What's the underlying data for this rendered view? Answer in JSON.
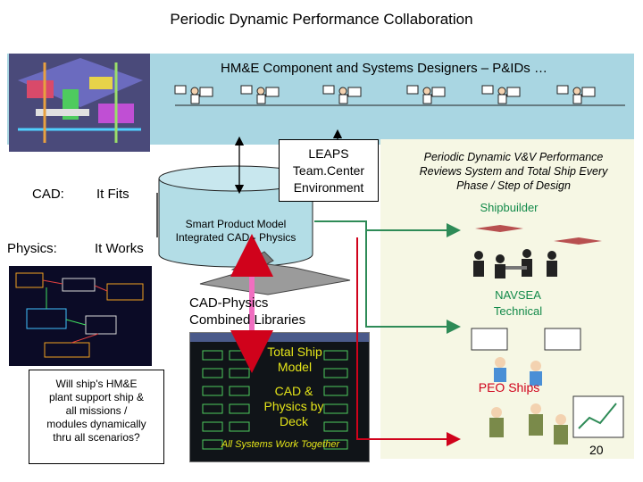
{
  "title": "Periodic Dynamic Performance Collaboration",
  "designers_label": "HM&E Component and Systems Designers – P&IDs …",
  "leaps_box": {
    "line1": "LEAPS",
    "line2": "Team.Center",
    "line3": "Environment"
  },
  "left_labels": {
    "cad": "CAD:",
    "fits": "It Fits",
    "physics": "Physics:",
    "works": "It Works"
  },
  "smart_model": {
    "line1": "Smart Product Model",
    "line2": "Integrated CAD - Physics"
  },
  "libraries": {
    "line1": "CAD-Physics",
    "line2": "Combined Libraries"
  },
  "total_ship_model": {
    "line1": "Total Ship",
    "line2": "Model"
  },
  "cad_physics_deck": {
    "line1": "CAD &",
    "line2": "Physics by",
    "line3": "Deck"
  },
  "all_systems": "All Systems Work Together",
  "question_box": {
    "line1": "Will ship's HM&E",
    "line2": "plant support ship &",
    "line3": "all missions /",
    "line4": "modules dynamically",
    "line5": "thru all scenarios?"
  },
  "vv_text": {
    "line1": "Periodic Dynamic V&V Performance",
    "line2": "Reviews System and Total Ship Every",
    "line3": "Phase / Step of Design"
  },
  "reviewers": {
    "shipbuilder": "Shipbuilder",
    "navsea_line1": "NAVSEA",
    "navsea_line2": "Technical",
    "peo": "PEO Ships"
  },
  "page_number": "20",
  "colors": {
    "band": "#a9d6e2",
    "cylinder": "#b3dde6",
    "green_arrow": "#2e8b57",
    "red_arrow": "#d0021b",
    "pink_arrow": "#f06ec0",
    "label_yellow": "#e4e419",
    "green_label": "#138a4a",
    "red_label": "#d0021b"
  },
  "icons": [
    "designer-workstation-icon",
    "ship-icon",
    "meeting-people-icon",
    "presenter-icon"
  ]
}
